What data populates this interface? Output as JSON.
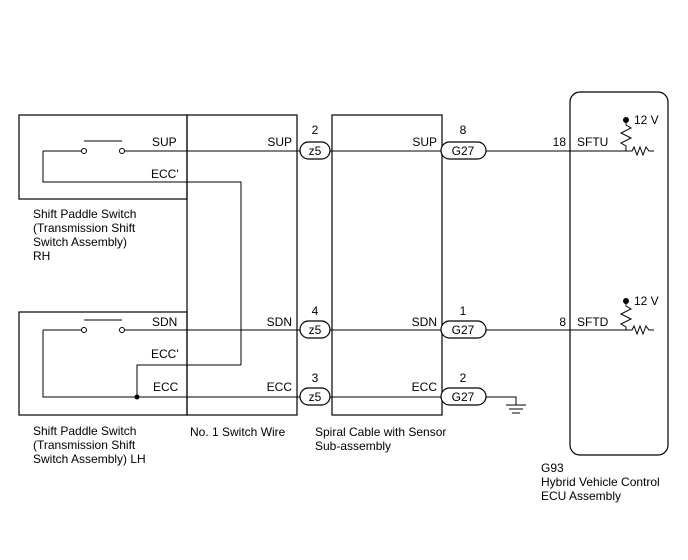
{
  "components": {
    "switch_rh": {
      "name_lines": [
        "Shift Paddle Switch",
        "(Transmission Shift",
        "Switch Assembly)",
        "RH"
      ],
      "pins": [
        "SUP",
        "ECC'"
      ]
    },
    "switch_lh": {
      "name_lines": [
        "Shift Paddle Switch",
        "(Transmission Shift",
        "Switch Assembly) LH"
      ],
      "pins": [
        "SDN",
        "ECC'",
        "ECC"
      ]
    },
    "switch_wire": {
      "name": "No. 1 Switch Wire",
      "pins": [
        "SUP",
        "SDN",
        "ECC"
      ]
    },
    "spiral_cable": {
      "name_lines": [
        "Spiral Cable with Sensor",
        "Sub-assembly"
      ],
      "pins": [
        "SUP",
        "SDN",
        "ECC"
      ]
    },
    "ecu": {
      "code": "G93",
      "name_lines": [
        "Hybrid Vehicle Control",
        "ECU Assembly"
      ],
      "pins": [
        "SFTU",
        "SFTD"
      ],
      "pin_numbers": [
        "18",
        "8"
      ],
      "supply": [
        "12 V",
        "12 V"
      ]
    }
  },
  "connectors": {
    "z5": {
      "label": "z5",
      "pins": [
        "2",
        "4",
        "3"
      ]
    },
    "g27": {
      "label": "G27",
      "pins": [
        "8",
        "1",
        "2"
      ]
    }
  }
}
